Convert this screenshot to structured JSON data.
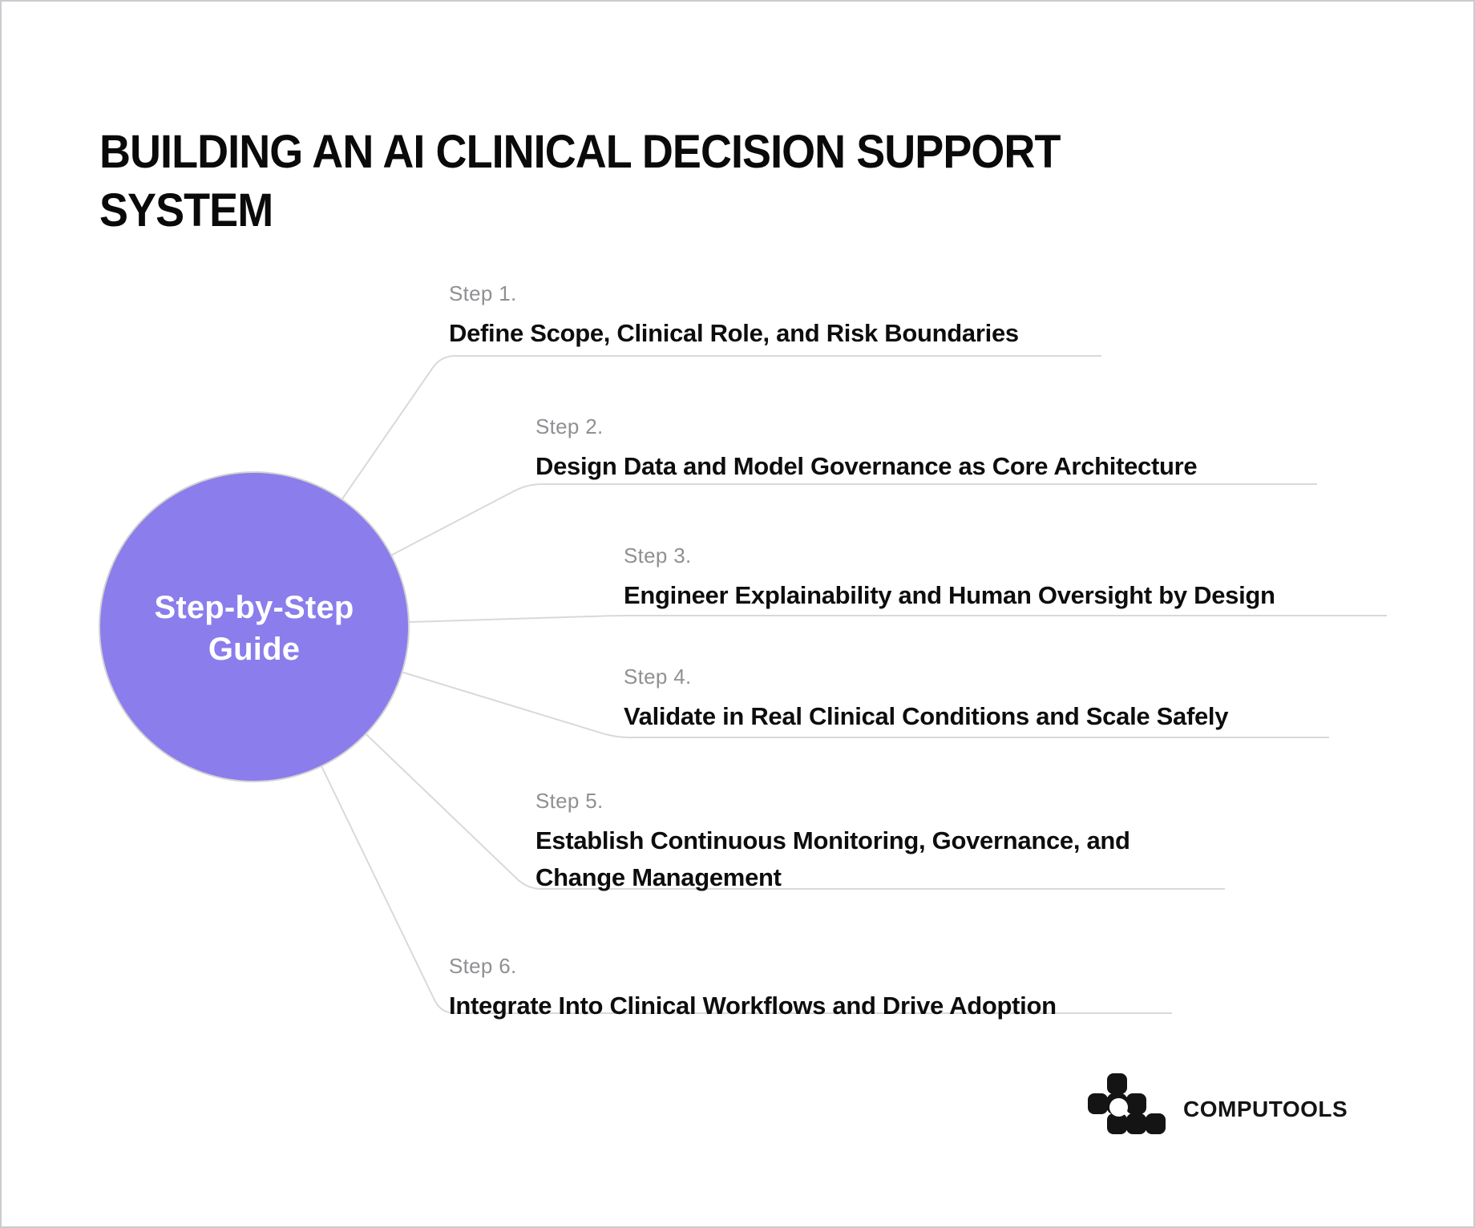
{
  "page": {
    "title": "BUILDING AN AI CLINICAL DECISION SUPPORT SYSTEM"
  },
  "hub": {
    "label": "Step-by-Step Guide",
    "fill_color": "#8B7DEC",
    "border_color": "#d2d2d2",
    "text_color": "#ffffff"
  },
  "steps": [
    {
      "label": "Step 1.",
      "lines": [
        "Define Scope, Clinical Role, and Risk Boundaries"
      ]
    },
    {
      "label": "Step 2.",
      "lines": [
        "Design Data and Model Governance as Core Architecture"
      ]
    },
    {
      "label": "Step 3.",
      "lines": [
        "Engineer Explainability and Human Oversight by Design"
      ]
    },
    {
      "label": "Step 4.",
      "lines": [
        "Validate in Real Clinical Conditions and Scale Safely"
      ]
    },
    {
      "label": "Step 5.",
      "lines": [
        "Establish Continuous Monitoring, Governance, and",
        "Change Management"
      ]
    },
    {
      "label": "Step 6.",
      "lines": [
        "Integrate Into Clinical Workflows and Drive Adoption"
      ]
    }
  ],
  "footer": {
    "brand": "COMPUTOOLS",
    "logo_icon": "computools-pixel-mark",
    "logo_color": "#141414"
  },
  "colors": {
    "background": "#ffffff",
    "connector": "#d9d9d9",
    "step_label": "#8f9093",
    "step_title": "#0d0d0d",
    "heading": "#0a0a0a",
    "frame_border": "#c9ccd0"
  }
}
